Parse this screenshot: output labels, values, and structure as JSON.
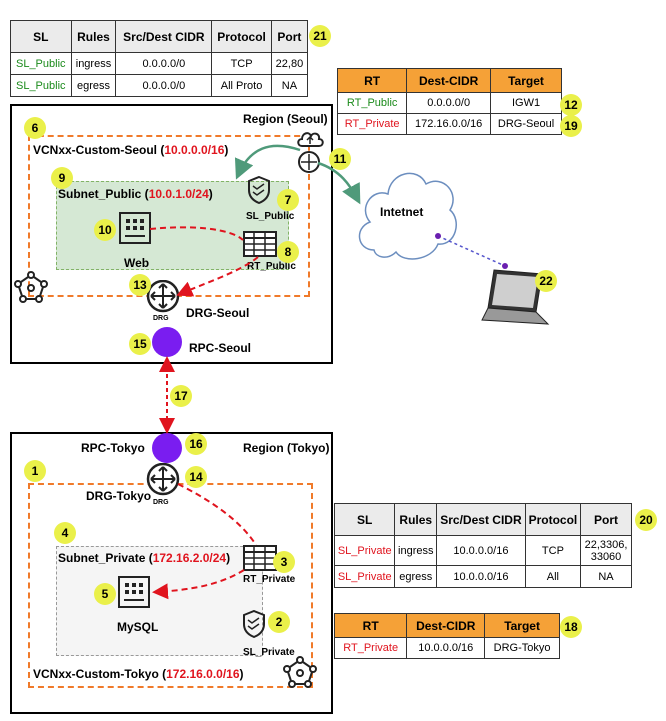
{
  "sl_public_table": {
    "headers": [
      "SL",
      "Rules",
      "Src/Dest CIDR",
      "Protocol",
      "Port"
    ],
    "rows": [
      [
        "SL_Public",
        "ingress",
        "0.0.0.0/0",
        "TCP",
        "22,80"
      ],
      [
        "SL_Public",
        "egress",
        "0.0.0.0/0",
        "All Proto",
        "NA"
      ]
    ],
    "badge": "21"
  },
  "rt_seoul_table": {
    "headers": [
      "RT",
      "Dest-CIDR",
      "Target"
    ],
    "rows": [
      [
        "RT_Public",
        "0.0.0.0/0",
        "IGW1"
      ],
      [
        "RT_Private",
        "172.16.0.0/16",
        "DRG-Seoul"
      ]
    ],
    "badges": [
      "12",
      "19"
    ]
  },
  "sl_private_table": {
    "headers": [
      "SL",
      "Rules",
      "Src/Dest CIDR",
      "Protocol",
      "Port"
    ],
    "rows": [
      [
        "SL_Private",
        "ingress",
        "10.0.0.0/16",
        "TCP",
        "22,3306, 33060"
      ],
      [
        "SL_Private",
        "egress",
        "10.0.0.0/16",
        "All",
        "NA"
      ]
    ],
    "badge": "20"
  },
  "rt_tokyo_table": {
    "headers": [
      "RT",
      "Dest-CIDR",
      "Target"
    ],
    "rows": [
      [
        "RT_Private",
        "10.0.0.0/16",
        "DRG-Tokyo"
      ]
    ],
    "badge": "18"
  },
  "seoul": {
    "region_label": "Region (Seoul)",
    "vcn_label": "VCNxx-Custom-Seoul (",
    "vcn_cidr": "10.0.0.0/16",
    "vcn_close": ")",
    "subnet_label": "Subnet_Public (",
    "subnet_cidr": "10.0.1.0/24",
    "subnet_close": ")",
    "web_label": "Web",
    "sl_label": "SL_Public",
    "rt_label": "RT_Public",
    "drg_label": "DRG-Seoul",
    "drg_icon_text": "DRG",
    "rpc_label": "RPC-Seoul",
    "badges": {
      "vcn": "6",
      "subnet": "9",
      "web": "10",
      "sl": "7",
      "rt": "8",
      "drg": "13",
      "rpc": "15",
      "igw": "11"
    }
  },
  "internet": {
    "label": "Intetnet",
    "laptop_badge": "22"
  },
  "peering_badge": "17",
  "tokyo": {
    "region_label": "Region (Tokyo)",
    "rpc_label": "RPC-Tokyo",
    "drg_label": "DRG-Tokyo",
    "drg_icon_text": "DRG",
    "vcn_label": "VCNxx-Custom-Tokyo (",
    "vcn_cidr": "172.16.0.0/16",
    "vcn_close": ")",
    "subnet_label": "Subnet_Private (",
    "subnet_cidr": "172.16.2.0/24",
    "subnet_close": ")",
    "mysql_label": "MySQL",
    "sl_label": "SL_Private",
    "rt_label": "RT_Private",
    "badges": {
      "vcn": "1",
      "sl": "2",
      "rt": "3",
      "subnet": "4",
      "mysql": "5",
      "drg": "14",
      "rpc": "16"
    }
  },
  "colors": {
    "orange": "#f5a137",
    "green_text": "#1a8a1a",
    "red_text": "#e0141e",
    "rpc": "#7a1df0",
    "badge": "#eaf04a"
  }
}
